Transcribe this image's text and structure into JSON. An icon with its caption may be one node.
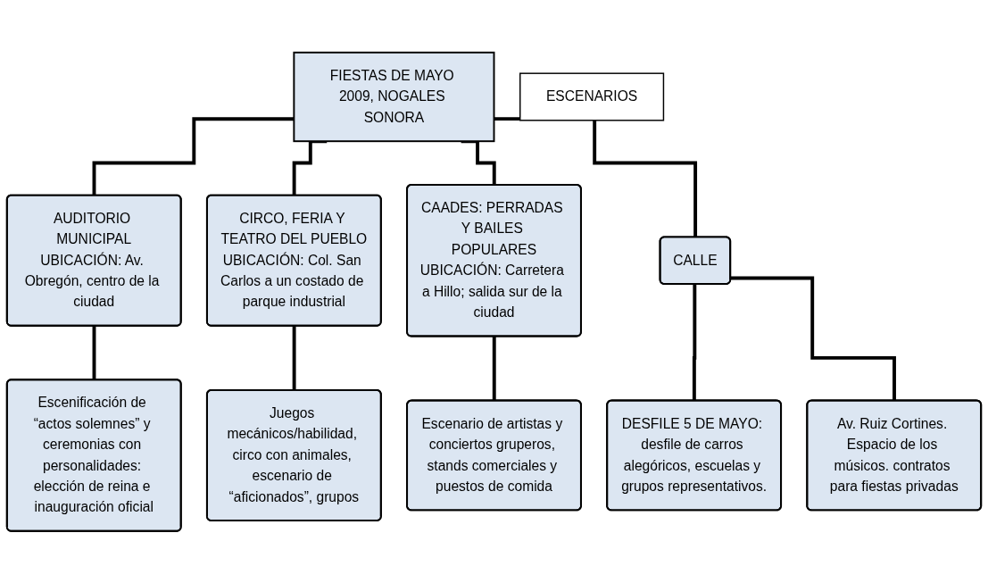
{
  "diagram": {
    "nodes": [
      {
        "text": [
          "FIESTAS DE MAYO 2009, NOGALES SONORA"
        ]
      },
      {
        "text": [
          "AUDITORIO MUNICIPAL",
          "UBICACIÓN: Av. Obregón, centro de la ciudad"
        ]
      },
      {
        "text": [
          "CIRCO, FERIA Y TEATRO DEL PUEBLO",
          "UBICACIÓN: Col. San Carlos a un costado de parque industrial"
        ]
      },
      {
        "text": [
          "CAADES: PERRADAS Y BAILES POPULARES",
          "UBICACIÓN: Carretera a Hillo; salida sur de la ciudad"
        ]
      },
      {
        "text": [
          "CALLE"
        ]
      },
      {
        "text": [
          "ESCENARIOS"
        ]
      },
      {
        "text": [
          "Escenificación de “actos solemnes” y ceremonias con personalidades: elección de reina e inauguración oficial"
        ]
      },
      {
        "text": [
          "Juegos mecánicos/habilidad, circo con animales, escenario de “aficionados”, grupos"
        ]
      },
      {
        "text": [
          "Escenario de artistas y conciertos gruperos, stands comerciales y puestos de comida"
        ]
      },
      {
        "text": [
          "DESFILE 5 DE MAYO: desfile de carros alegóricos, escuelas y grupos representativos."
        ]
      },
      {
        "text": [
          "Av. Ruiz Cortines. Espacio de los músicos. contratos para fiestas privadas"
        ]
      }
    ],
    "edges": [
      {
        "from": 0,
        "to": 1,
        "arrow": "none"
      },
      {
        "from": 0,
        "to": 2,
        "arrow": "none"
      },
      {
        "from": 0,
        "to": 3,
        "arrow": "none"
      },
      {
        "from": 0,
        "to": 4,
        "arrow": "none"
      },
      {
        "from": 1,
        "to": 6,
        "arrow": "none"
      },
      {
        "from": 2,
        "to": 7,
        "arrow": "none"
      },
      {
        "from": 3,
        "to": 8,
        "arrow": "none"
      },
      {
        "from": 4,
        "to": 9,
        "arrow": "none"
      },
      {
        "from": 4,
        "to": 10,
        "arrow": "none"
      }
    ]
  }
}
